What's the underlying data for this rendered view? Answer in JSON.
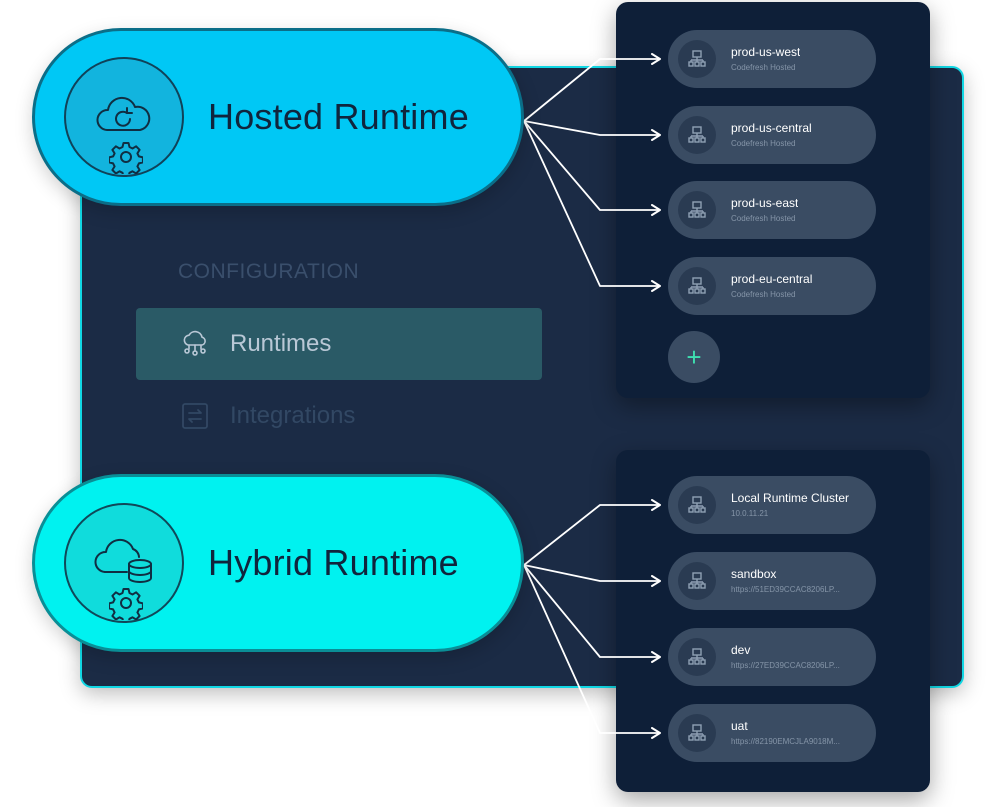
{
  "config": {
    "heading": "CONFIGURATION",
    "menu": [
      {
        "label": "Runtimes",
        "icon": "cloud-network-icon",
        "active": true
      },
      {
        "label": "Integrations",
        "icon": "integrations-icon",
        "active": false
      }
    ]
  },
  "hosted": {
    "title": "Hosted Runtime",
    "icon": "cloud-refresh-icon",
    "runtimes": [
      {
        "name": "prod-us-west",
        "sub": "Codefresh Hosted"
      },
      {
        "name": "prod-us-central",
        "sub": "Codefresh Hosted"
      },
      {
        "name": "prod-us-east",
        "sub": "Codefresh Hosted"
      },
      {
        "name": "prod-eu-central",
        "sub": "Codefresh Hosted"
      }
    ],
    "add_label": "+"
  },
  "hybrid": {
    "title": "Hybrid Runtime",
    "icon": "cloud-database-icon",
    "runtimes": [
      {
        "name": "Local Runtime Cluster",
        "sub": "10.0.11.21"
      },
      {
        "name": "sandbox",
        "sub": "https://51ED39CCAC8206LP..."
      },
      {
        "name": "dev",
        "sub": "https://27ED39CCAC8206LP..."
      },
      {
        "name": "uat",
        "sub": "https://82190EMCJLA9018M..."
      }
    ]
  },
  "colors": {
    "panel": "#1b2b45",
    "card": "#0e1f38",
    "hosted_pill": "#00c8f5",
    "hybrid_pill": "#00f2f0",
    "active_menu": "#2a5a66",
    "add_accent": "#3ee0b0"
  }
}
